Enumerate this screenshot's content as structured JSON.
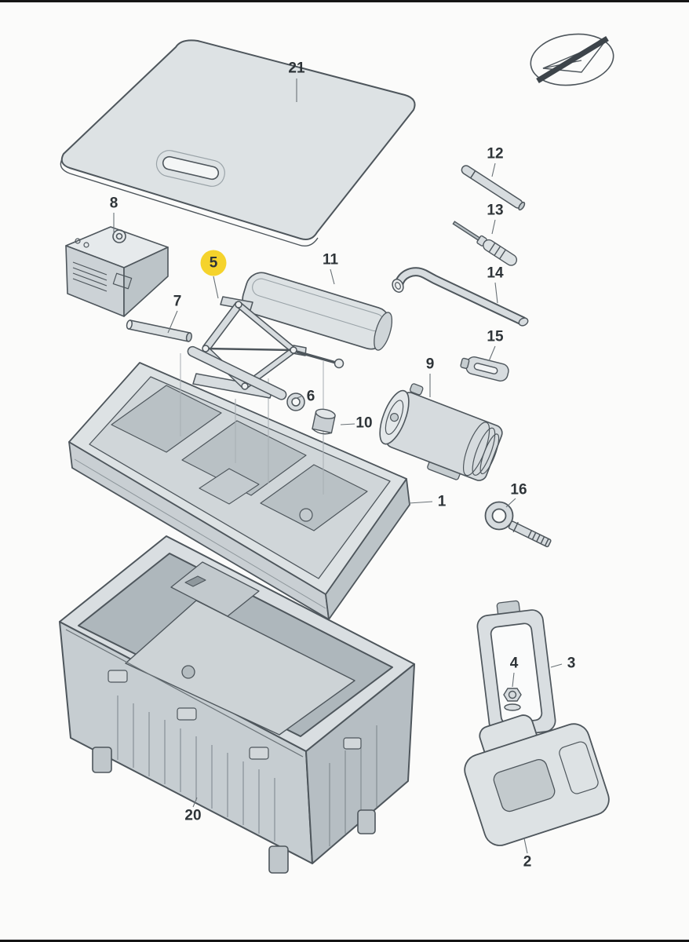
{
  "page": {
    "background": "#fbfbfa",
    "edge_bar_color": "#151515"
  },
  "diagram": {
    "type": "exploded-parts-diagram",
    "highlight_color": "#f5d32c",
    "line_color": "#4e565c",
    "highlighted_label": "5",
    "labels": {
      "p1": "1",
      "p2": "2",
      "p3": "3",
      "p4": "4",
      "p5": "5",
      "p6": "6",
      "p7": "7",
      "p8": "8",
      "p9": "9",
      "p10": "10",
      "p11": "11",
      "p12": "12",
      "p13": "13",
      "p14": "14",
      "p15": "15",
      "p16": "16",
      "p20": "20",
      "p21": "21"
    }
  }
}
